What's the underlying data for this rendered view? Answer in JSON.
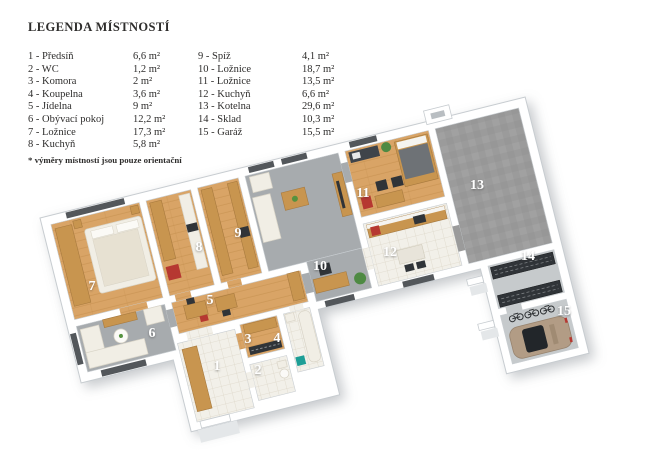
{
  "legend": {
    "title": "LEGENDA MÍSTNOSTÍ",
    "col1": [
      {
        "label": "1 - Předsíň",
        "area": "6,6 m²"
      },
      {
        "label": "2 - WC",
        "area": "1,2 m²"
      },
      {
        "label": "3 - Komora",
        "area": "2 m²"
      },
      {
        "label": "4 - Koupelna",
        "area": "3,6 m²"
      },
      {
        "label": "5 - Jídelna",
        "area": "9 m²"
      },
      {
        "label": "6 - Obývací pokoj",
        "area": "12,2 m²"
      },
      {
        "label": "7 - Ložnice",
        "area": "17,3 m²"
      },
      {
        "label": "8 - Kuchyň",
        "area": "5,8 m²"
      }
    ],
    "col2": [
      {
        "label": "9 - Spíž",
        "area": "4,1 m²"
      },
      {
        "label": "10 - Ložnice",
        "area": "18,7 m²"
      },
      {
        "label": "11 - Ložnice",
        "area": "13,5 m²"
      },
      {
        "label": "12 - Kuchyň",
        "area": "6,6 m²"
      },
      {
        "label": "13 - Kotelna",
        "area": "29,6 m²"
      },
      {
        "label": "14 - Sklad",
        "area": "10,3 m²"
      },
      {
        "label": "15 - Garáž",
        "area": "15,5 m²"
      }
    ],
    "footnote": "* výměry místností jsou pouze orientační"
  },
  "floorplan": {
    "room_numbers": [
      "1",
      "2",
      "3",
      "4",
      "5",
      "6",
      "7",
      "8",
      "9",
      "10",
      "11",
      "12",
      "13",
      "14",
      "15"
    ]
  },
  "colors": {
    "text": "#2e2d2c",
    "label": "#ffffff",
    "wall": "#ffffff",
    "wood": "#d9a466",
    "woodLine": "#c08a48",
    "grayFloor": "#a7abae",
    "boilerFloor": "#9b9b9b",
    "garageFloor": "#c6cacc",
    "tile": "#f2f0e9",
    "window": "#53575b",
    "furnWhite": "#f1eee5",
    "furnWood": "#c8954f",
    "dark": "#303438",
    "red": "#b63831",
    "green": "#55923f",
    "teal": "#1d9e96",
    "carBody": "#b29c85"
  }
}
